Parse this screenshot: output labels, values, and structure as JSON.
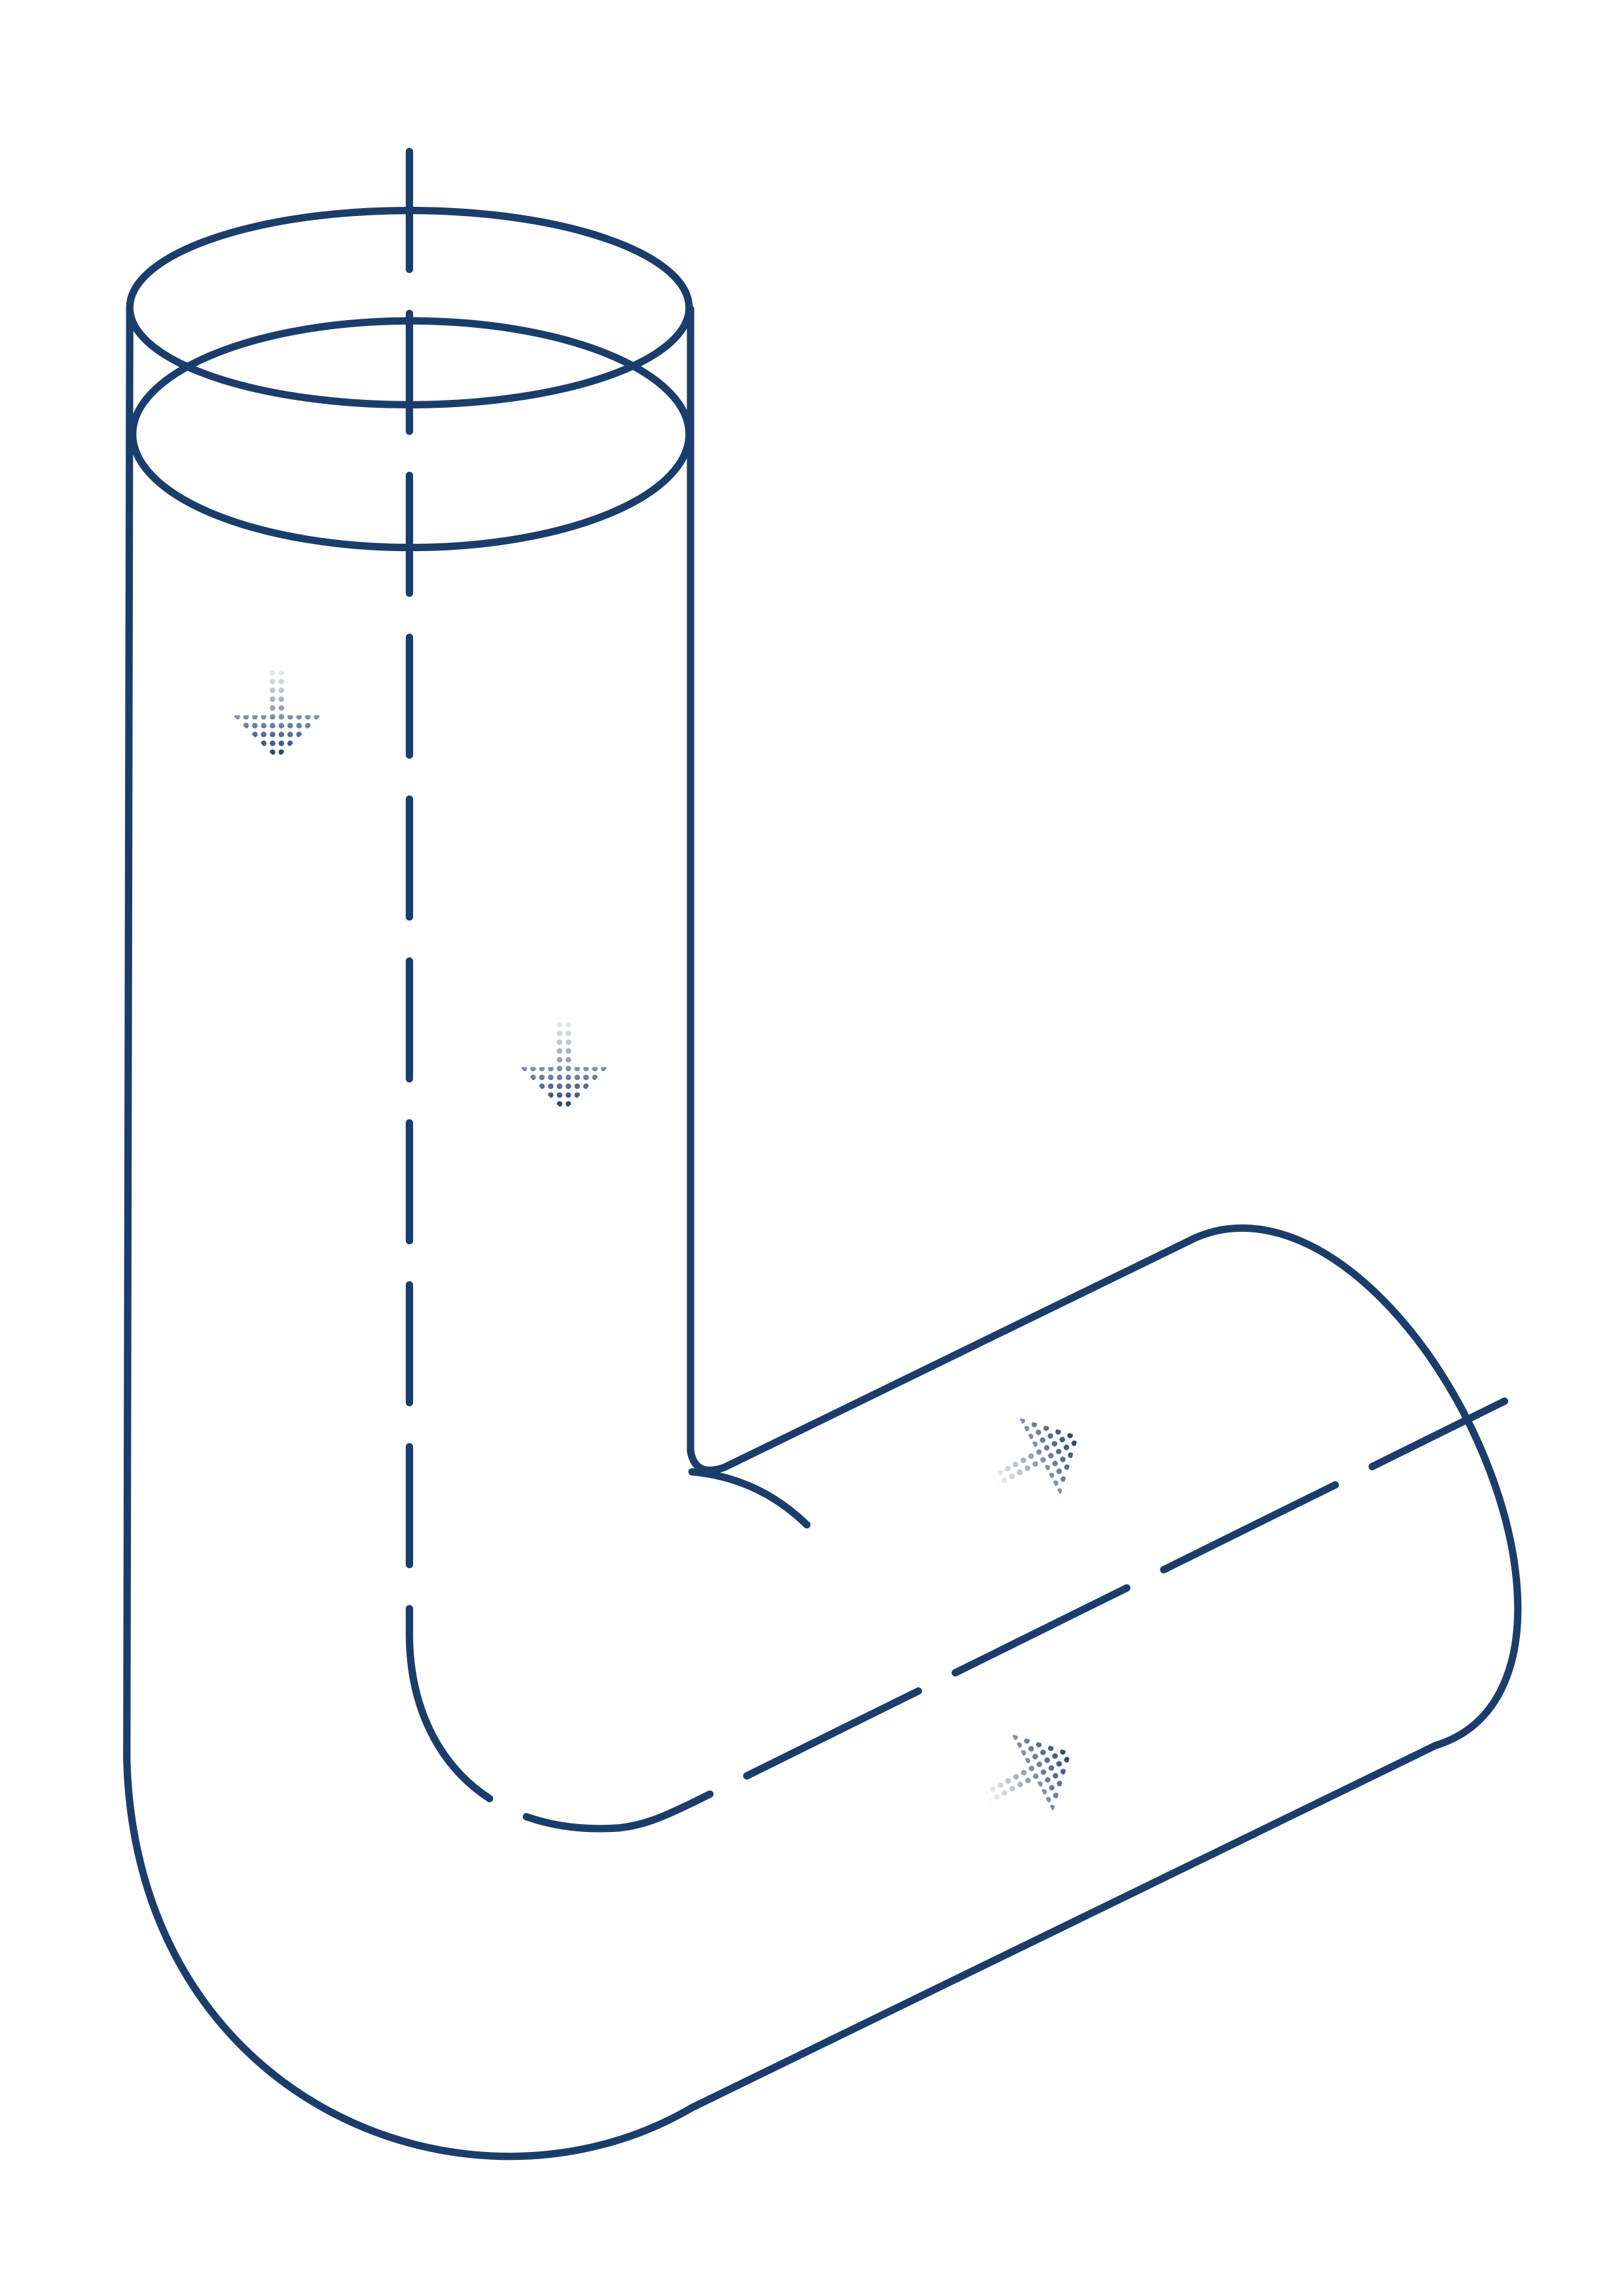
{
  "diagram": {
    "stroke_color": "#1b3d6b",
    "background_color": "#ffffff",
    "subject": "pipe-elbow",
    "flow_arrows": [
      {
        "segment": "vertical",
        "direction": "down"
      },
      {
        "segment": "vertical",
        "direction": "down"
      },
      {
        "segment": "horizontal",
        "direction": "right-up"
      },
      {
        "segment": "horizontal",
        "direction": "right-up"
      }
    ]
  }
}
